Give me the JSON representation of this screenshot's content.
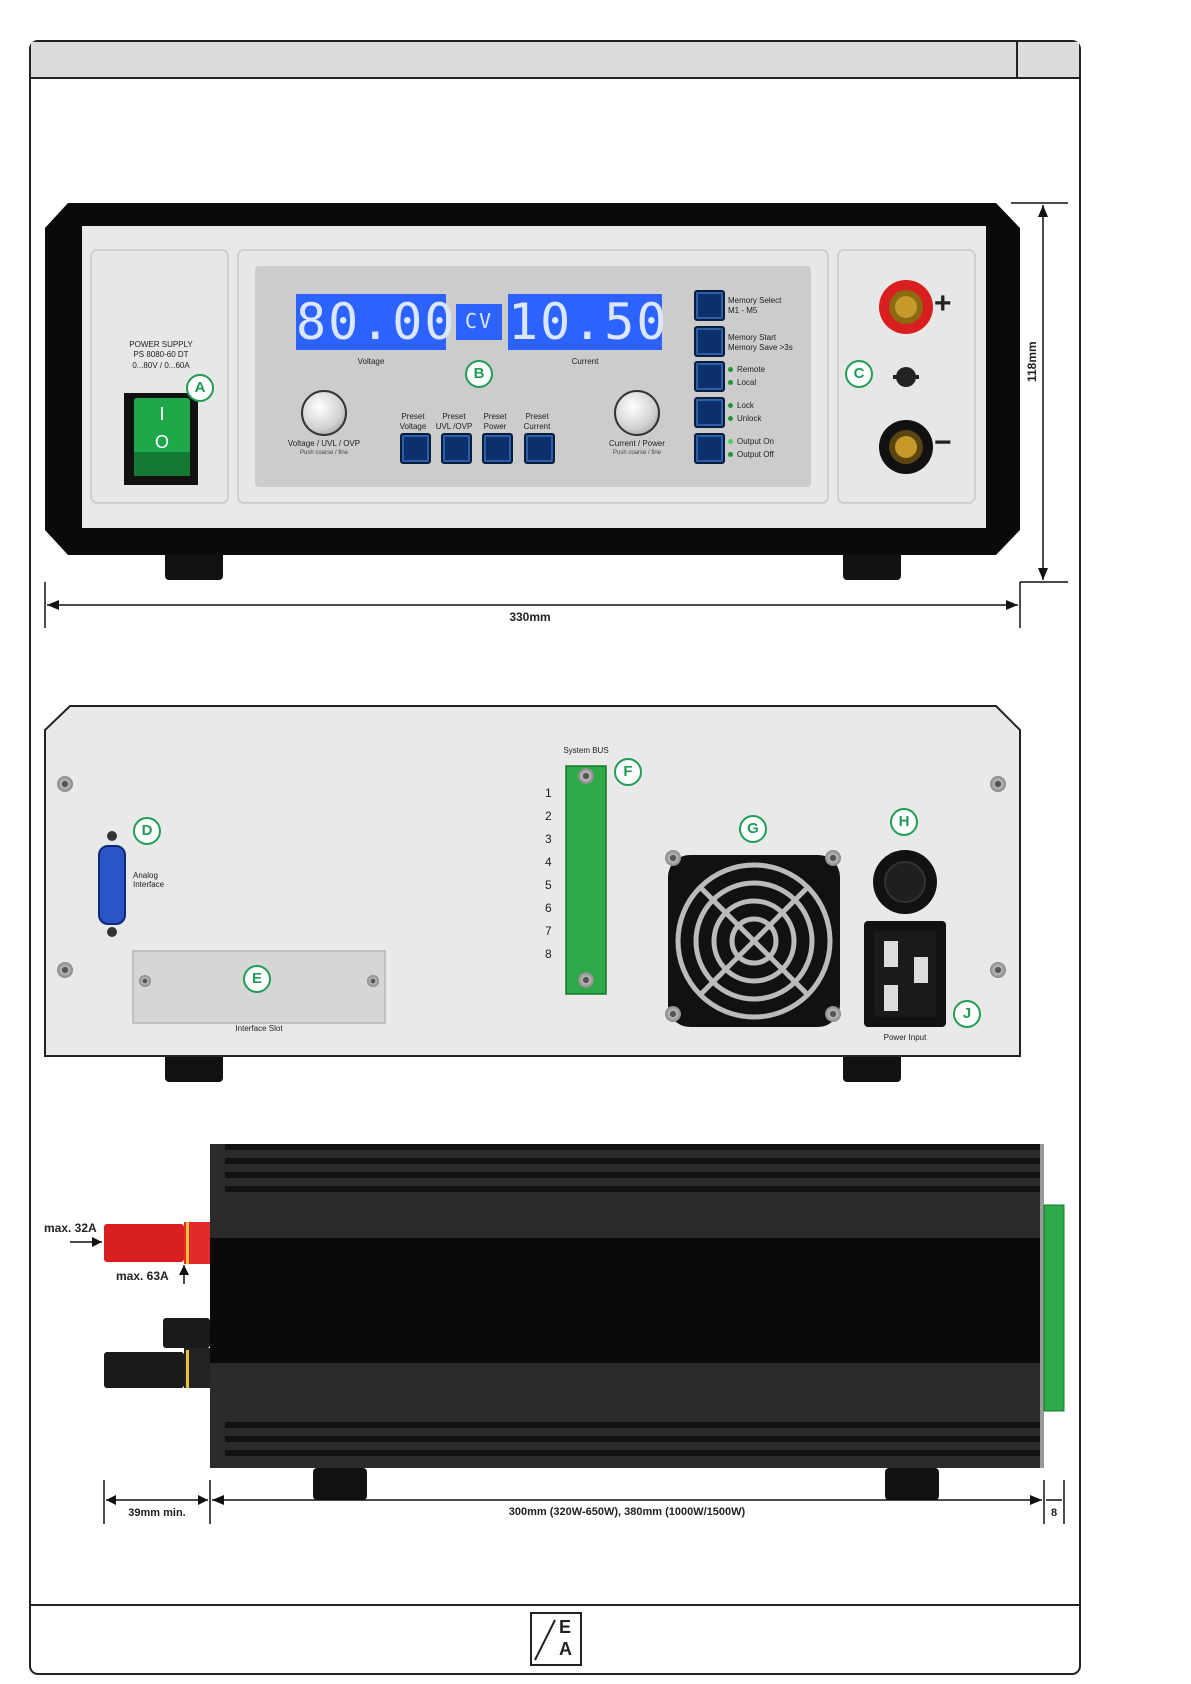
{
  "front_panel": {
    "power_switch": {
      "title_line1": "POWER SUPPLY",
      "title_line2": "PS 8080-60 DT",
      "title_line3": "0...80V / 0...60A",
      "on_symbol": "I",
      "off_symbol": "O"
    },
    "display": {
      "voltage_value": "80.00",
      "mode": "CV",
      "current_value": "10.50",
      "voltage_label": "Voltage",
      "current_label": "Current"
    },
    "knob_left": {
      "label": "Voltage / UVL / OVP",
      "sublabel": "Push coarse / fine"
    },
    "knob_right": {
      "label": "Current / Power",
      "sublabel": "Push coarse / fine"
    },
    "preset_buttons": [
      {
        "line1": "Preset",
        "line2": "Voltage"
      },
      {
        "line1": "Preset",
        "line2": "UVL /OVP"
      },
      {
        "line1": "Preset",
        "line2": "Power"
      },
      {
        "line1": "Preset",
        "line2": "Current"
      }
    ],
    "side_buttons": [
      {
        "line1": "Memory Select",
        "line2": "M1 - M5"
      },
      {
        "line1": "Memory Start",
        "line2": "Memory Save >3s"
      },
      {
        "line1": "Remote",
        "line2": "Local"
      },
      {
        "line1": "Lock",
        "line2": "Unlock"
      },
      {
        "line1": "Output On",
        "line2": "Output Off"
      }
    ],
    "terminals": {
      "plus": "+",
      "minus": "−"
    }
  },
  "rear_panel": {
    "system_bus_label": "System BUS",
    "pins": [
      "1",
      "2",
      "3",
      "4",
      "5",
      "6",
      "7",
      "8"
    ],
    "analog_interface_label": "Analog\nInterface",
    "interface_slot_label": "Interface Slot",
    "power_input_label": "Power Input"
  },
  "side_view": {
    "max_32a": "max. 32A",
    "max_63a": "max. 63A",
    "min_39": "39mm min.",
    "depth": "300mm (320W-650W), 380mm (1000W/1500W)",
    "rear_8": "8"
  },
  "dimensions": {
    "width": "330mm",
    "height": "118mm"
  },
  "callouts": {
    "A": "A",
    "B": "B",
    "C": "C",
    "D": "D",
    "E": "E",
    "F": "F",
    "G": "G",
    "H": "H",
    "J": "J"
  },
  "logo": {
    "text_e": "E",
    "text_a": "A"
  },
  "colors": {
    "accent_green": "#1f9d55",
    "lcd_blue": "#2c63ff",
    "button_navy": "#0d2f6b",
    "terminal_red": "#d81e1e"
  }
}
